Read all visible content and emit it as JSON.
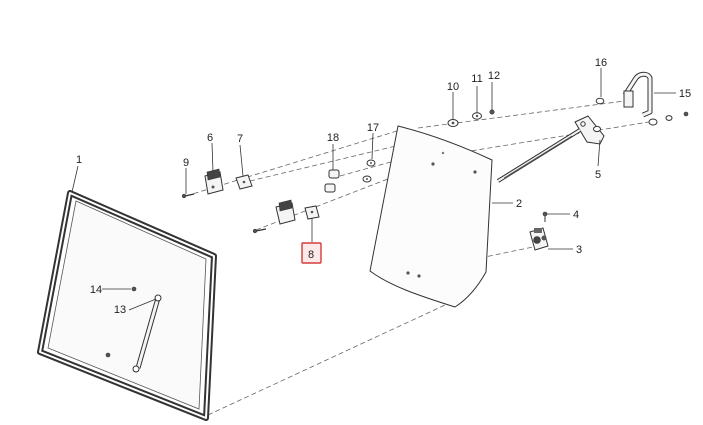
{
  "diagram": {
    "highlight_color": "#d23c3c",
    "parts": [
      {
        "id": "p1",
        "label": "1",
        "icon": "window-frame-icon"
      },
      {
        "id": "p2",
        "label": "2",
        "icon": "windshield-glass-icon"
      },
      {
        "id": "p3",
        "label": "3",
        "icon": "latch-assembly-icon"
      },
      {
        "id": "p4",
        "label": "4",
        "icon": "screw-icon"
      },
      {
        "id": "p5",
        "label": "5",
        "icon": "wiper-motor-icon"
      },
      {
        "id": "p6",
        "label": "6",
        "icon": "hinge-icon"
      },
      {
        "id": "p7",
        "label": "7",
        "icon": "bracket-icon"
      },
      {
        "id": "p8",
        "label": "8",
        "icon": "bracket-icon",
        "highlighted": true
      },
      {
        "id": "p9",
        "label": "9",
        "icon": "screw-icon"
      },
      {
        "id": "p10",
        "label": "10",
        "icon": "washer-icon"
      },
      {
        "id": "p11",
        "label": "11",
        "icon": "washer-icon"
      },
      {
        "id": "p12",
        "label": "12",
        "icon": "nut-icon"
      },
      {
        "id": "p13",
        "label": "13",
        "icon": "gas-strut-icon"
      },
      {
        "id": "p14",
        "label": "14",
        "icon": "bolt-icon"
      },
      {
        "id": "p15",
        "label": "15",
        "icon": "handle-icon"
      },
      {
        "id": "p16",
        "label": "16",
        "icon": "washer-icon"
      },
      {
        "id": "p17",
        "label": "17",
        "icon": "washer-icon"
      },
      {
        "id": "p18",
        "label": "18",
        "icon": "bushing-icon"
      }
    ]
  }
}
